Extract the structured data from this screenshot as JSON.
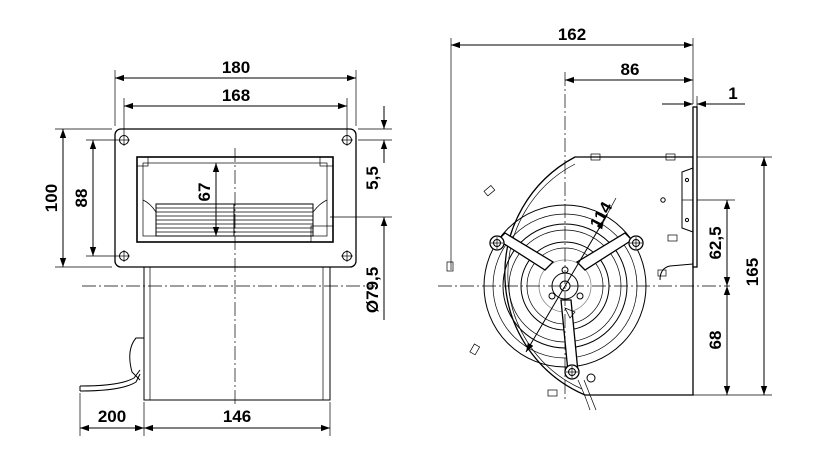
{
  "drawing": {
    "dimensions": {
      "front_width_outer": "180",
      "front_width_holes": "168",
      "front_height_outer": "100",
      "front_height_holes": "88",
      "outlet_height": "67",
      "flange_offset": "5,5",
      "inlet_diameter": "Ø79,5",
      "cable_length": "200",
      "housing_depth": "146",
      "side_width_total": "162",
      "side_width_axis": "86",
      "flange_thickness": "1",
      "side_height_total": "165",
      "side_height_axis_to_top": "62,5",
      "side_height_axis_to_bottom": "68",
      "impeller_diameter": "114"
    }
  }
}
